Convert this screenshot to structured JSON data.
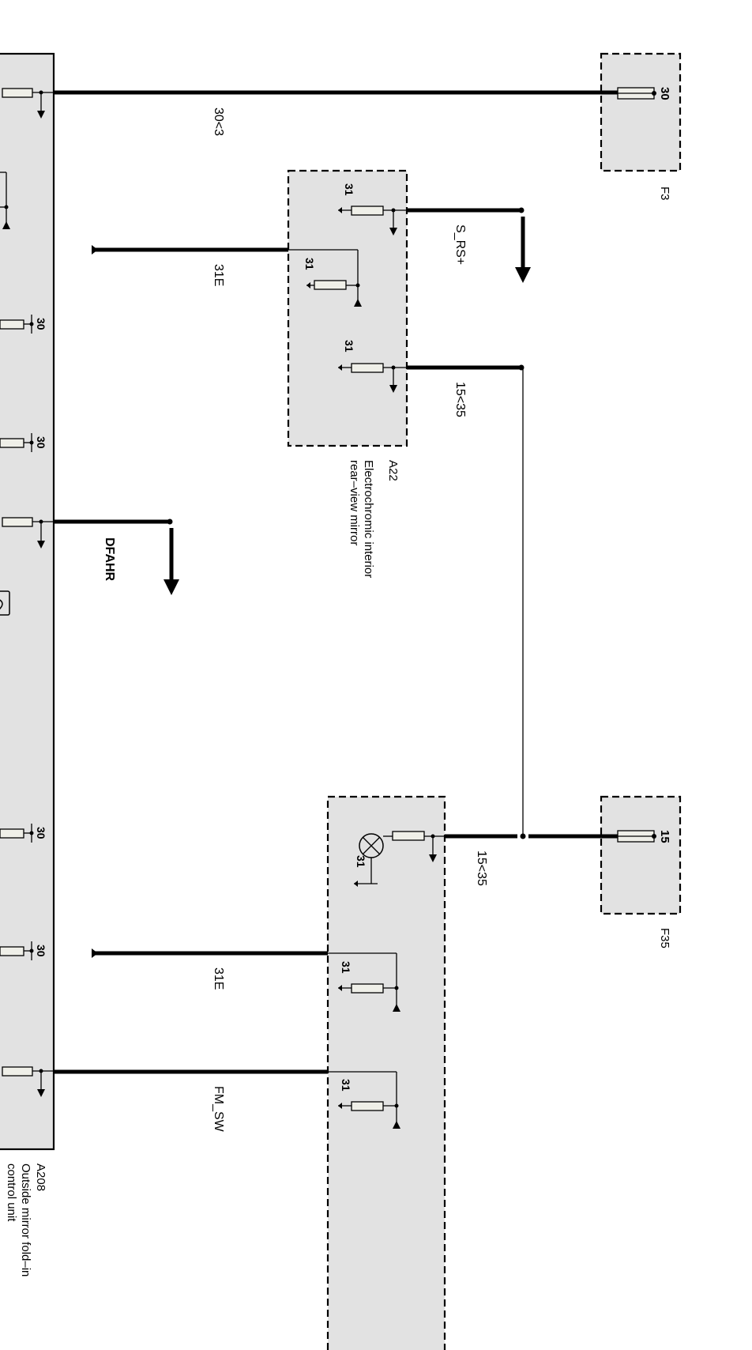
{
  "wires": {
    "w_30_3": "30<3",
    "w_31E_top": "31E",
    "w_s_rs": "S_RS+",
    "w_15_35_top": "15<35",
    "w_dfahr": "DFAHR",
    "w_15_35_bottom": "15<35",
    "w_31E_bottom": "31E",
    "w_fm_sw": "FM_SW"
  },
  "components": {
    "a208": {
      "id": "A208",
      "name_line1": "Outside mirror fold–in",
      "name_line2": "control unit"
    },
    "a22": {
      "id": "A22",
      "name_line1": "Electrochromic interior",
      "name_line2": "rear–view mirror"
    },
    "f3": {
      "id": "F3",
      "pin": "30"
    },
    "f35": {
      "id": "F35",
      "pin": "15"
    }
  },
  "pins": {
    "a22_p1": "31",
    "a22_p2": "31",
    "a22_p3": "31",
    "a208_p1": "30",
    "a208_p2": "30",
    "a208_p3": "30",
    "a208_p4": "30",
    "lower_p1": "31",
    "lower_p2": "31",
    "lower_p3": "31"
  }
}
